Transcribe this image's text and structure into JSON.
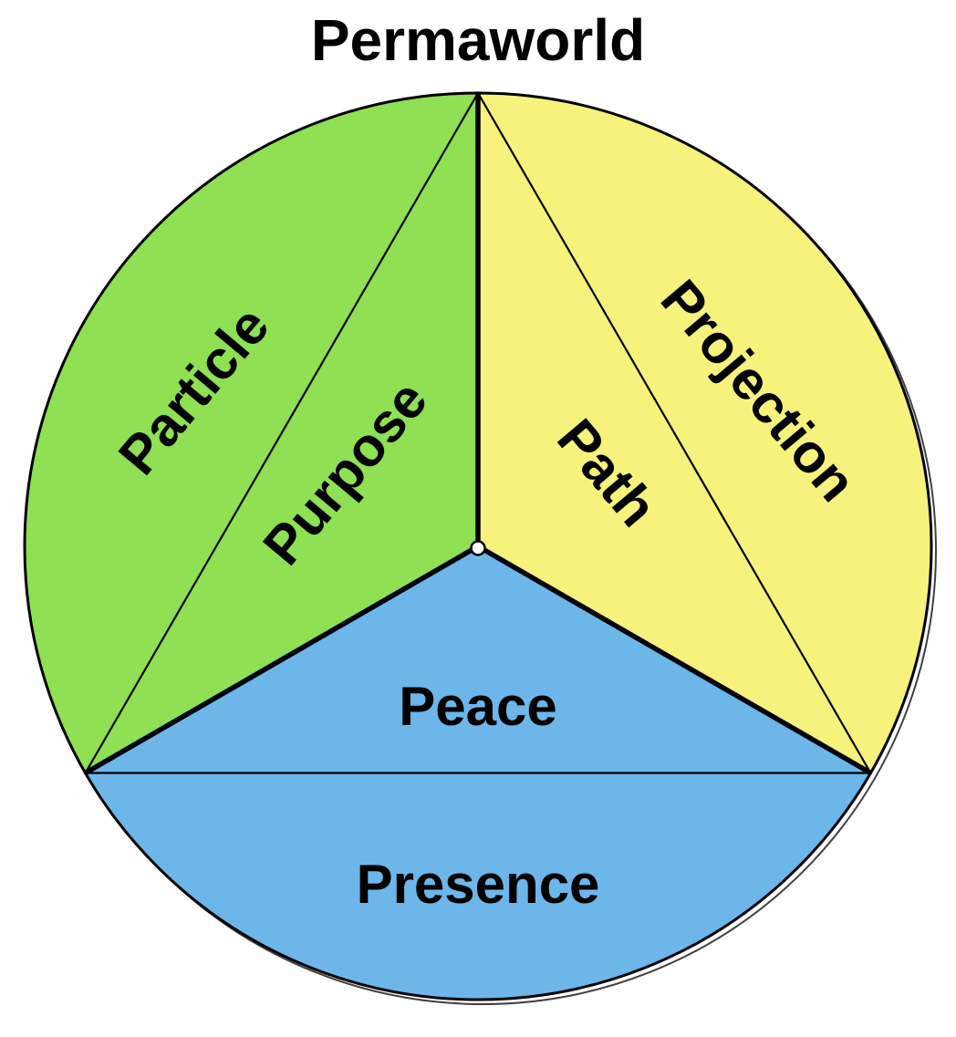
{
  "title": "Permaworld",
  "colors": {
    "green": "#8FE052",
    "yellow": "#F7F27C",
    "blue": "#6DB6E9",
    "outline": "#000000",
    "background": "#FFFFFF",
    "center_dot": "#FFFFFF"
  },
  "diagram": {
    "type": "circular-trisector-diagram",
    "sectors": [
      {
        "name": "green-sector",
        "outer_label": "Particle",
        "inner_label": "Purpose"
      },
      {
        "name": "yellow-sector",
        "outer_label": "Projection",
        "inner_label": "Path"
      },
      {
        "name": "blue-sector",
        "outer_label": "Presence",
        "inner_label": "Peace"
      }
    ]
  }
}
